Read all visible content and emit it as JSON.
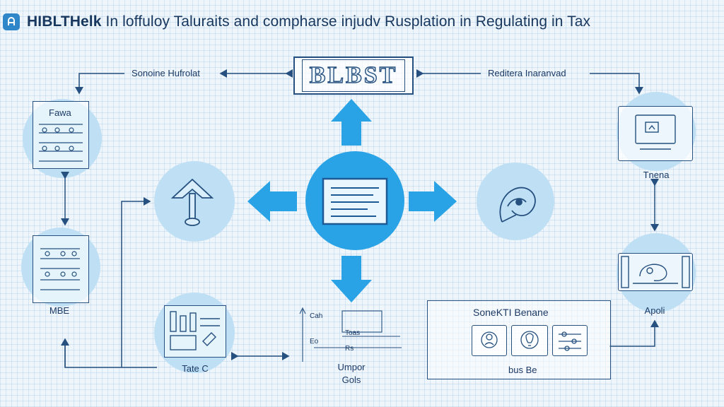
{
  "header": {
    "title_strong": "HIBLTHelk",
    "title_rest": " In loffuloy Taluraits and compharse injudv Rusplation in Regulating in Tax"
  },
  "top": {
    "box_text": "BLBST",
    "left_arrow_label": "Sonoine Hufrolat",
    "right_arrow_label": "Reditera Inaranvad"
  },
  "left_nodes": {
    "top_label": "Fawa",
    "bottom_label": "MBE"
  },
  "right_nodes": {
    "top_label": "Tnena",
    "bottom_label": "Apoli"
  },
  "bottom": {
    "left_label": "Tate C",
    "center_label_1": "Umpor",
    "center_label_2": "Gols",
    "sketch_items": [
      "Cah",
      "Toas",
      "Eo",
      "Rs"
    ]
  },
  "panel": {
    "title": "SoneKTI Benane",
    "caption": "bus Be"
  },
  "colors": {
    "accent": "#2aa3e6",
    "circle": "#bfe0f4",
    "line": "#25507f"
  }
}
